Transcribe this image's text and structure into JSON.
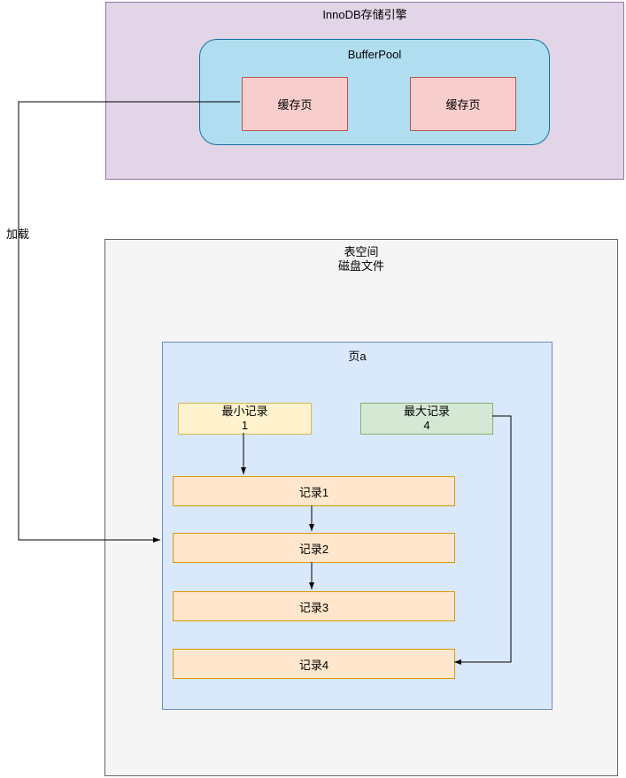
{
  "diagram": {
    "innodb": {
      "title": "InnoDB存储引擎"
    },
    "bufferpool": {
      "title": "BufferPool",
      "pages": [
        "缓存页",
        "缓存页"
      ]
    },
    "load_arrow_label": "加载",
    "tablespace": {
      "title_lines": [
        "表空间",
        "磁盘文件"
      ]
    },
    "page_a": {
      "title": "页a",
      "min_record": {
        "label": "最小记录",
        "value": "1"
      },
      "max_record": {
        "label": "最大记录",
        "value": "4"
      },
      "records": [
        "记录1",
        "记录2",
        "记录3",
        "记录4"
      ]
    },
    "colors": {
      "innodb_fill": "#e1d5e7",
      "innodb_border": "#9673a6",
      "bufferpool_fill": "#b1ddf0",
      "bufferpool_border": "#10739e",
      "cache_page_fill": "#f8cecc",
      "cache_page_border": "#b85450",
      "tablespace_fill": "#f5f5f5",
      "tablespace_border": "#666666",
      "page_a_fill": "#dae8fc",
      "page_a_border": "#6c8ebf",
      "min_record_fill": "#fff2cc",
      "min_record_border": "#d6b656",
      "max_record_fill": "#d5e8d4",
      "max_record_border": "#82b366",
      "record_fill": "#ffe6cc",
      "record_border": "#d79b00",
      "connector": "#000000"
    }
  }
}
